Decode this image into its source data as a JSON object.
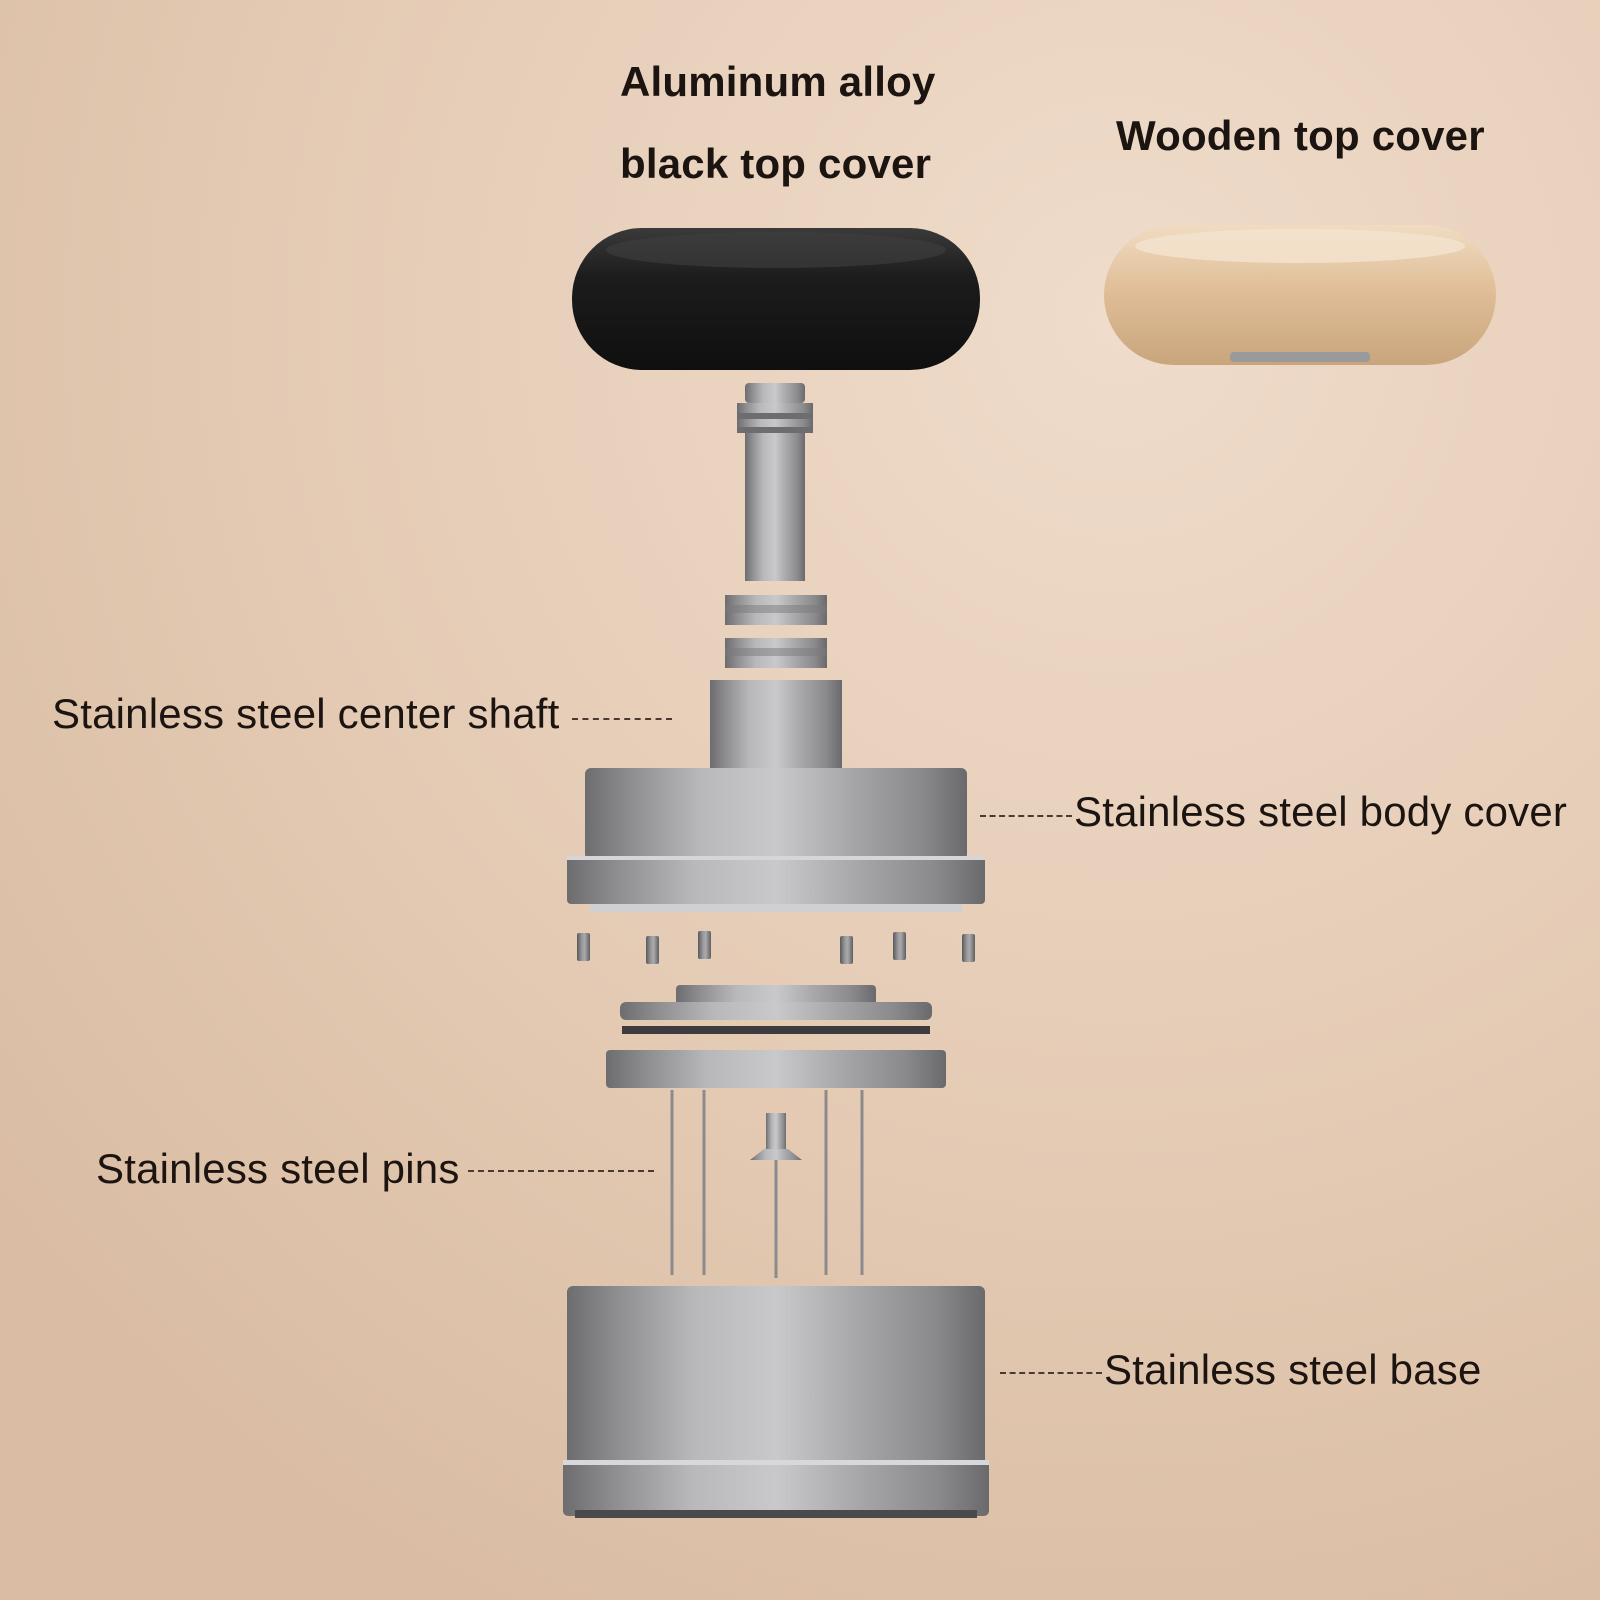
{
  "labels": {
    "black_cover_line1": "Aluminum alloy",
    "black_cover_line2": "black top cover",
    "wooden_cover": "Wooden top cover",
    "center_shaft": "Stainless steel center shaft",
    "body_cover": "Stainless steel body cover",
    "pins": "Stainless steel pins",
    "base": "Stainless steel base"
  },
  "colors": {
    "background": "#e6cdb6",
    "text": "#1c1410",
    "black_cover": "#1e1e1e",
    "wooden_cover": "#e2c29c",
    "steel": "#a9a9aa"
  }
}
